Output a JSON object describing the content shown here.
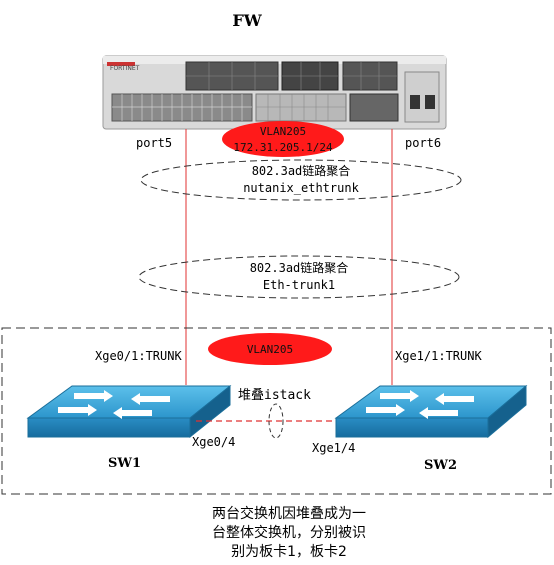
{
  "title": "FW",
  "firewall": {
    "brand": "FORTINET",
    "port_left": "port5",
    "port_right": "port6"
  },
  "vlan_top": {
    "name": "VLAN205",
    "ip": "172.31.205.1/24"
  },
  "trunk_top": {
    "line1": "802.3ad链路聚合",
    "line2": "nutanix_ethtrunk"
  },
  "trunk_mid": {
    "line1": "802.3ad链路聚合",
    "line2": "Eth-trunk1"
  },
  "vlan_bottom": {
    "name": "VLAN205"
  },
  "sw1": {
    "name": "SW1",
    "uplink": "Xge0/1:TRUNK",
    "stack_port": "Xge0/4"
  },
  "sw2": {
    "name": "SW2",
    "uplink": "Xge1/1:TRUNK",
    "stack_port": "Xge1/4"
  },
  "stack_label": "堆叠istack",
  "note": [
    "两台交换机因堆叠成为一",
    "台整体交换机，分别被识",
    "别为板卡1，板卡2"
  ],
  "colors": {
    "link": "#e03030",
    "vlan": "#ff1a1a",
    "switch_top": "#3aa7d9",
    "switch_side": "#1f7fb0"
  }
}
